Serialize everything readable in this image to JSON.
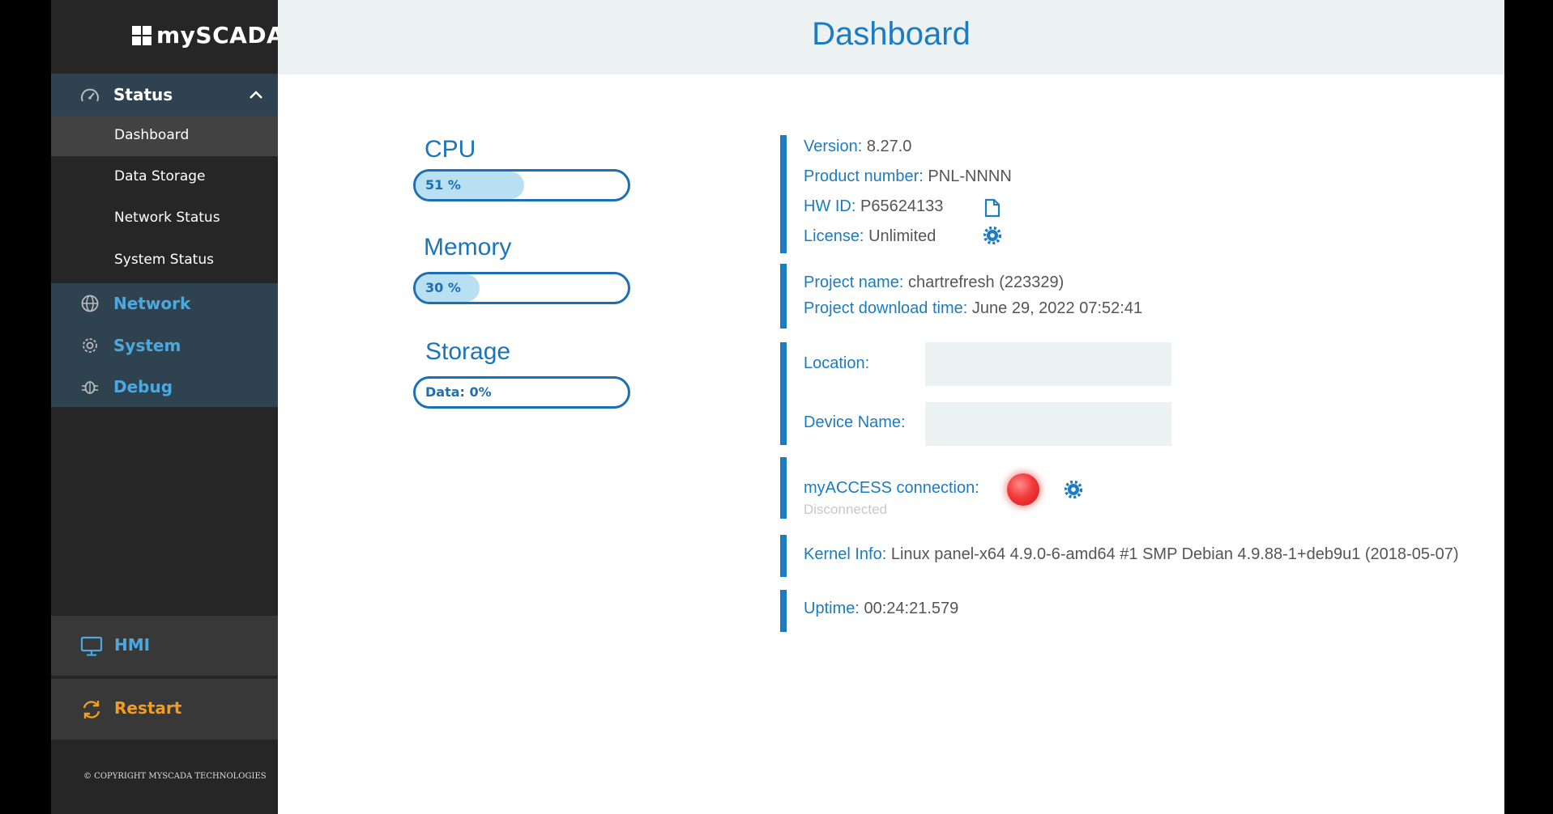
{
  "app": {
    "logo_text": "mySCADA"
  },
  "sidebar": {
    "status": {
      "label": "Status"
    },
    "status_items": [
      {
        "label": "Dashboard"
      },
      {
        "label": "Data Storage"
      },
      {
        "label": "Network Status"
      },
      {
        "label": "System Status"
      }
    ],
    "items": [
      {
        "label": "Network",
        "icon": "globe-icon"
      },
      {
        "label": "System",
        "icon": "gear-icon"
      },
      {
        "label": "Debug",
        "icon": "bug-icon"
      }
    ],
    "hmi": {
      "label": "HMI",
      "icon": "monitor-icon"
    },
    "restart": {
      "label": "Restart",
      "icon": "restart-icon"
    },
    "copyright": "© COPYRIGHT MYSCADA TECHNOLOGIES"
  },
  "header": {
    "title": "Dashboard"
  },
  "metrics": {
    "cpu": {
      "title": "CPU",
      "label": "51 %",
      "value": 0.51
    },
    "memory": {
      "title": "Memory",
      "label": "30 %",
      "value": 0.3
    },
    "storage": {
      "title": "Storage",
      "label": "Data: 0%",
      "value": 0
    }
  },
  "info": {
    "version": {
      "key": "Version:",
      "value": "8.27.0"
    },
    "product": {
      "key": "Product number:",
      "value": "PNL-NNNN"
    },
    "hwid": {
      "key": "HW ID:",
      "value": "P65624133"
    },
    "license": {
      "key": "License:",
      "value": "Unlimited"
    },
    "project_name": {
      "key": "Project name:",
      "value": "chartrefresh (223329)"
    },
    "download_time": {
      "key": "Project download time:",
      "value": "June 29, 2022 07:52:41"
    },
    "location": {
      "key": "Location:",
      "value": ""
    },
    "device_name": {
      "key": "Device Name:",
      "value": ""
    },
    "myaccess": {
      "key": "myACCESS connection:",
      "status": "Disconnected"
    },
    "kernel": {
      "key": "Kernel Info:",
      "value": "Linux panel-x64 4.9.0-6-amd64 #1 SMP Debian 4.9.88-1+deb9u1 (2018-05-07)"
    },
    "uptime": {
      "key": "Uptime:",
      "value": "00:24:21.579"
    }
  },
  "colors": {
    "accent": "#1c7bc1",
    "nav_active": "#4ba9e0",
    "restart": "#f39c1f",
    "led": "#f23b3b"
  }
}
